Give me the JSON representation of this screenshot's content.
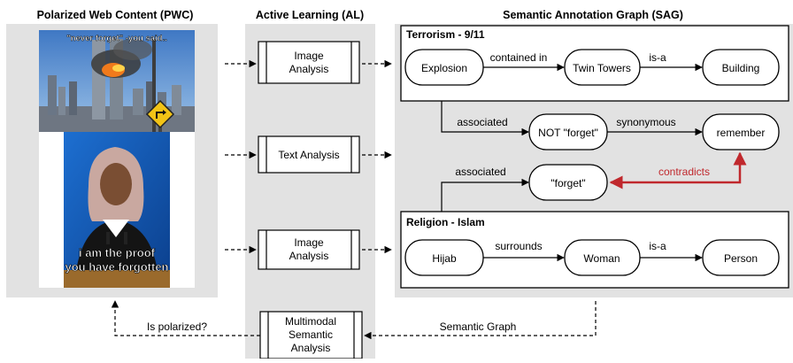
{
  "columns": {
    "pwc": "Polarized Web Content (PWC)",
    "al": "Active Learning (AL)",
    "sag": "Semantic Annotation Graph (SAG)"
  },
  "memes": {
    "top_caption": "\"never forget\" -you said..",
    "bottom_caption_1": "i am the proof",
    "bottom_caption_2": "you have forgotten"
  },
  "al_boxes": {
    "image_analysis_1": [
      "Image",
      "Analysis"
    ],
    "text_analysis": [
      "Text Analysis"
    ],
    "image_analysis_2": [
      "Image",
      "Analysis"
    ],
    "multimodal": [
      "Multimodal",
      "Semantic",
      "Analysis"
    ]
  },
  "groups": {
    "terrorism": "Terrorism - 9/11",
    "religion": "Religion - Islam"
  },
  "nodes": {
    "explosion": "Explosion",
    "twin_towers": "Twin Towers",
    "building": "Building",
    "not_forget": "NOT \"forget\"",
    "remember": "remember",
    "forget": "\"forget\"",
    "hijab": "Hijab",
    "woman": "Woman",
    "person": "Person"
  },
  "edges": {
    "contained_in": "contained in",
    "is_a_1": "is-a",
    "associated_1": "associated",
    "synonymous": "synonymous",
    "associated_2": "associated",
    "contradicts": "contradicts",
    "surrounds": "surrounds",
    "is_a_2": "is-a"
  },
  "feedback": {
    "is_polarized": "Is polarized?",
    "semantic_graph": "Semantic Graph"
  },
  "colors": {
    "panel_bg": "#e2e2e2",
    "contradicts": "#c0282d"
  }
}
